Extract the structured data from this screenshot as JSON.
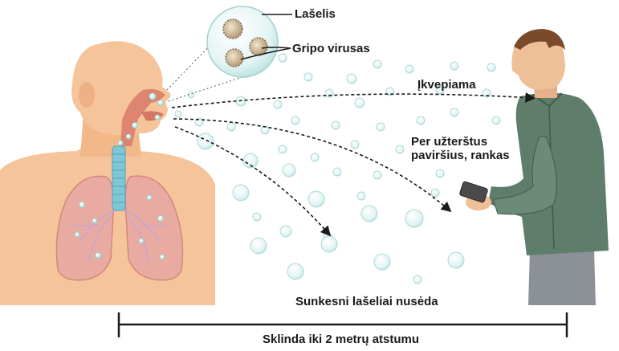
{
  "labels": {
    "droplet": "Lašelis",
    "virus": "Gripo virusas",
    "inhaled": "Įkvepiama",
    "surfaces_line1": "Per užterštus",
    "surfaces_line2": "paviršius, rankas",
    "settle": "Sunkesni lašeliai nusėda",
    "distance": "Sklinda iki 2 metrų atstumu"
  },
  "colors": {
    "skin": "#f6c49a",
    "skin_shadow": "#e8a97b",
    "lung": "#e9aaa2",
    "airway": "#d97a6b",
    "trachea": "#7fc6d6",
    "droplet_fill": "#d9f1ef",
    "droplet_stroke": "#9fd3cd",
    "shirt": "#5f7d6b",
    "pants": "#8c9197",
    "hair": "#7a4a2a",
    "ink": "#1a1a1a"
  }
}
